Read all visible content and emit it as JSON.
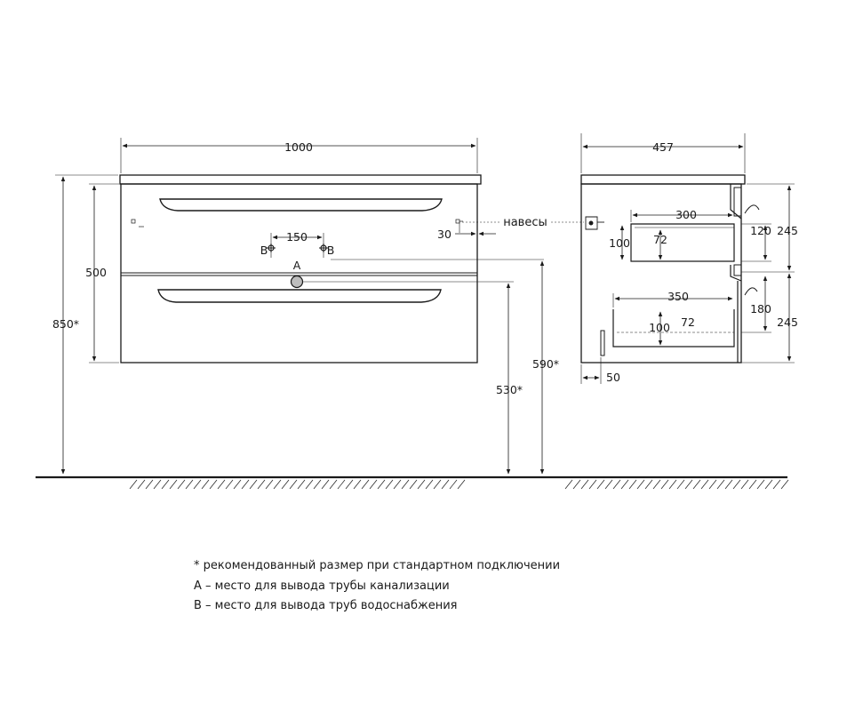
{
  "front_view": {
    "width": "1000",
    "height": "500",
    "total_height": "850*",
    "pipe_spacing": "150",
    "label_a": "A",
    "label_b_left": "B",
    "label_b_right": "B",
    "hinge_offset": "30",
    "hinges_label": "навесы",
    "drain_height": "530*",
    "supply_height": "590*"
  },
  "side_view": {
    "depth": "457",
    "upper_drawer_depth": "300",
    "upper_drawer_height": "100",
    "upper_drawer_inner": "72",
    "upper_drawer_front": "120",
    "upper_section": "245",
    "lower_drawer_depth": "350",
    "lower_drawer_height": "100",
    "lower_drawer_inner": "72",
    "lower_drawer_front": "180",
    "lower_section": "245",
    "back_offset": "50"
  },
  "legend": {
    "recommended": "* рекомендованный размер при стандартном подключении",
    "point_a": "А – место для вывода трубы канализации",
    "point_b": "В – место для вывода труб водоснабжения"
  }
}
